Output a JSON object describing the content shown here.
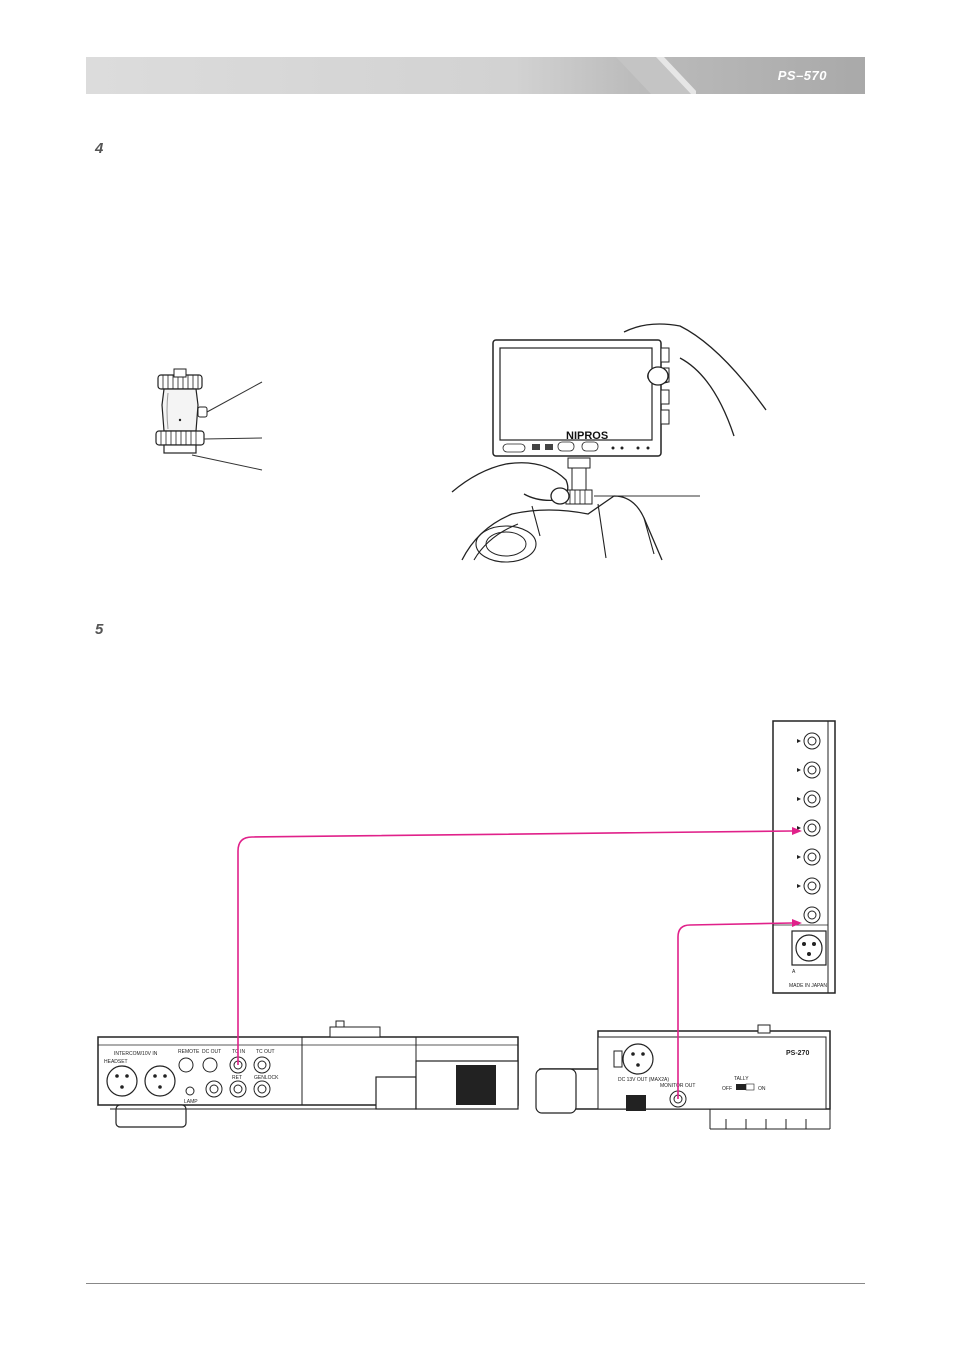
{
  "header": {
    "model": "PS–570"
  },
  "steps": [
    {
      "number": "4"
    },
    {
      "number": "5"
    }
  ],
  "figure_monitor": {
    "brand": "NIPROS"
  },
  "figure_wiring": {
    "power_unit_label": "PS-270",
    "dc_out_label": "DC 13V OUT (MAX2A)",
    "monitor_out_label": "MONITOR OUT",
    "tally_label": "TALLY",
    "tally_off": "OFF",
    "tally_on": "ON",
    "panel_made_in": "MADE IN JAPAN",
    "panel_a": "A",
    "camera_labels": {
      "remote": "REMOTE",
      "dc_out": "DC OUT",
      "tc_in": "TC IN",
      "tc_out": "TC OUT",
      "headset": "HEADSET",
      "intercom": "INTERCOM/10V IN",
      "lamp": "LAMP",
      "ret": "RET",
      "genlock": "GENLOCK"
    },
    "cable_color": "#e0218a"
  }
}
